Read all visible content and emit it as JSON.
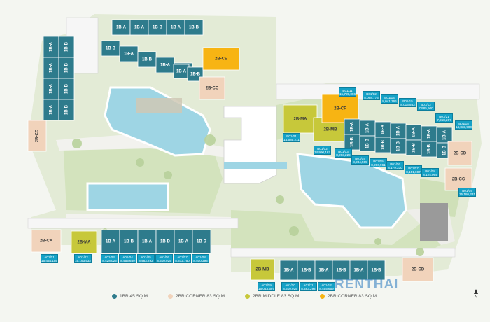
{
  "colors": {
    "unit_1br": "#2e7b8c",
    "unit_2br_corner": "#f1d3bb",
    "unit_2br_middle": "#c7c83a",
    "unit_2br_corner_yellow": "#f7b413",
    "tag": "#15a1c6",
    "pool": "#9ed5e4",
    "lawn": "#d3e3bd",
    "path": "#ececec"
  },
  "units_nw_block": [
    {
      "label": "1B-A",
      "type": "1br"
    },
    {
      "label": "1B-A",
      "type": "1br"
    },
    {
      "label": "1B-B",
      "type": "1br"
    },
    {
      "label": "1B-A",
      "type": "1br"
    },
    {
      "label": "1B-B",
      "type": "1br"
    },
    {
      "label": "1B-B",
      "type": "1br"
    },
    {
      "label": "1B-A",
      "type": "1br"
    },
    {
      "label": "1B-B",
      "type": "1br"
    },
    {
      "label": "1B-A",
      "type": "1br"
    },
    {
      "label": "1B-B",
      "type": "1br"
    },
    {
      "label": "1B-A",
      "type": "1br"
    },
    {
      "label": "1B-B",
      "type": "1br"
    },
    {
      "label": "2B-CE",
      "type": "2br_corner_yellow"
    },
    {
      "label": "2B-CC",
      "type": "2br_corner"
    }
  ],
  "units_w_block": [
    {
      "label": "1B-A",
      "type": "1br"
    },
    {
      "label": "1B-B",
      "type": "1br"
    },
    {
      "label": "1B-A",
      "type": "1br"
    },
    {
      "label": "1B-B",
      "type": "1br"
    },
    {
      "label": "1B-A",
      "type": "1br"
    },
    {
      "label": "1B-B",
      "type": "1br"
    },
    {
      "label": "1B-A",
      "type": "1br"
    },
    {
      "label": "1B-B",
      "type": "1br"
    },
    {
      "label": "2B-CD",
      "type": "2br_corner"
    }
  ],
  "units_east_block": [
    {
      "label": "2B-MA",
      "type": "2br_middle"
    },
    {
      "label": "2B-MB",
      "type": "2br_middle"
    },
    {
      "label": "2B-CF",
      "type": "2br_corner_yellow"
    },
    {
      "label": "1B-A",
      "type": "1br"
    },
    {
      "label": "1B-B",
      "type": "1br"
    },
    {
      "label": "1B-A",
      "type": "1br"
    },
    {
      "label": "1B-B",
      "type": "1br"
    },
    {
      "label": "1B-A",
      "type": "1br"
    },
    {
      "label": "1B-B",
      "type": "1br"
    },
    {
      "label": "1B-A",
      "type": "1br"
    },
    {
      "label": "1B-B",
      "type": "1br"
    },
    {
      "label": "1B-A",
      "type": "1br"
    },
    {
      "label": "1B-B",
      "type": "1br"
    },
    {
      "label": "1B-A",
      "type": "1br"
    },
    {
      "label": "1B-B",
      "type": "1br"
    },
    {
      "label": "1B-A",
      "type": "1br"
    },
    {
      "label": "1B-B",
      "type": "1br"
    },
    {
      "label": "2B-CD",
      "type": "2br_corner"
    },
    {
      "label": "2B-CC",
      "type": "2br_corner"
    }
  ],
  "units_sw_block": [
    {
      "label": "2B-CA",
      "type": "2br_corner"
    },
    {
      "label": "2B-MA",
      "type": "2br_middle"
    },
    {
      "label": "1B-A",
      "type": "1br"
    },
    {
      "label": "1B-B",
      "type": "1br"
    },
    {
      "label": "1B-A",
      "type": "1br"
    },
    {
      "label": "1B-D",
      "type": "1br"
    },
    {
      "label": "1B-A",
      "type": "1br"
    },
    {
      "label": "1B-D",
      "type": "1br"
    }
  ],
  "units_se_block": [
    {
      "label": "2B-MB",
      "type": "2br_middle"
    },
    {
      "label": "1B-A",
      "type": "1br"
    },
    {
      "label": "1B-B",
      "type": "1br"
    },
    {
      "label": "1B-A",
      "type": "1br"
    },
    {
      "label": "1B-B",
      "type": "1br"
    },
    {
      "label": "1B-A",
      "type": "1br"
    },
    {
      "label": "1B-B",
      "type": "1br"
    },
    {
      "label": "2B-CD",
      "type": "2br_corner"
    }
  ],
  "tags_east_top": [
    {
      "id": "B01/11",
      "price": "15,789,096"
    },
    {
      "id": "B01/12",
      "price": "8,068,776"
    },
    {
      "id": "B01/14",
      "price": "8,041,166"
    },
    {
      "id": "B01/15",
      "price": "8,013,553"
    },
    {
      "id": "B01/12",
      "price": "7,985,900"
    },
    {
      "id": "B01/21",
      "price": "7,958,267"
    },
    {
      "id": "B01/18",
      "price": "14,833,900"
    }
  ],
  "tags_east_bottom": [
    {
      "id": "B01/01",
      "price": "14,585,211"
    },
    {
      "id": "B01/02",
      "price": "14,990,162"
    },
    {
      "id": "B01/03",
      "price": "8,263,229"
    },
    {
      "id": "B01/04",
      "price": "8,234,595"
    },
    {
      "id": "B01/05",
      "price": "8,206,961"
    },
    {
      "id": "B01/06",
      "price": "8,179,330"
    },
    {
      "id": "B01/07",
      "price": "8,151,697"
    },
    {
      "id": "B01/08",
      "price": "8,124,064"
    },
    {
      "id": "B01/09",
      "price": "15,186,231"
    }
  ],
  "tags_sw": [
    {
      "id": "A01/01",
      "price": "15,454,155"
    },
    {
      "id": "A01/02",
      "price": "15,193,532"
    },
    {
      "id": "A01/03",
      "price": "8,428,026"
    },
    {
      "id": "A01/04",
      "price": "8,455,659"
    },
    {
      "id": "A01/05",
      "price": "8,483,292"
    },
    {
      "id": "A01/06",
      "price": "8,510,925"
    },
    {
      "id": "A01/07",
      "price": "8,372,760"
    },
    {
      "id": "A01/08",
      "price": "8,400,393"
    }
  ],
  "tags_se": [
    {
      "id": "A01/09",
      "price": "15,043,597"
    },
    {
      "id": "A01/10",
      "price": "8,510,925"
    },
    {
      "id": "A01/11",
      "price": "8,483,292"
    },
    {
      "id": "A01/12",
      "price": "8,455,659"
    }
  ],
  "legend": [
    {
      "label": "1BR 45 SQ.M.",
      "color": "#2e7b8c"
    },
    {
      "label": "2BR CORNER 83 SQ.M.",
      "color": "#f1d3bb"
    },
    {
      "label": "2BR MIDDLE 83 SQ.M.",
      "color": "#c7c83a"
    },
    {
      "label": "2BR CORNER 83 SQ.M.",
      "color": "#f7b413"
    }
  ],
  "north_label": "N",
  "watermark": "RENTHAI"
}
